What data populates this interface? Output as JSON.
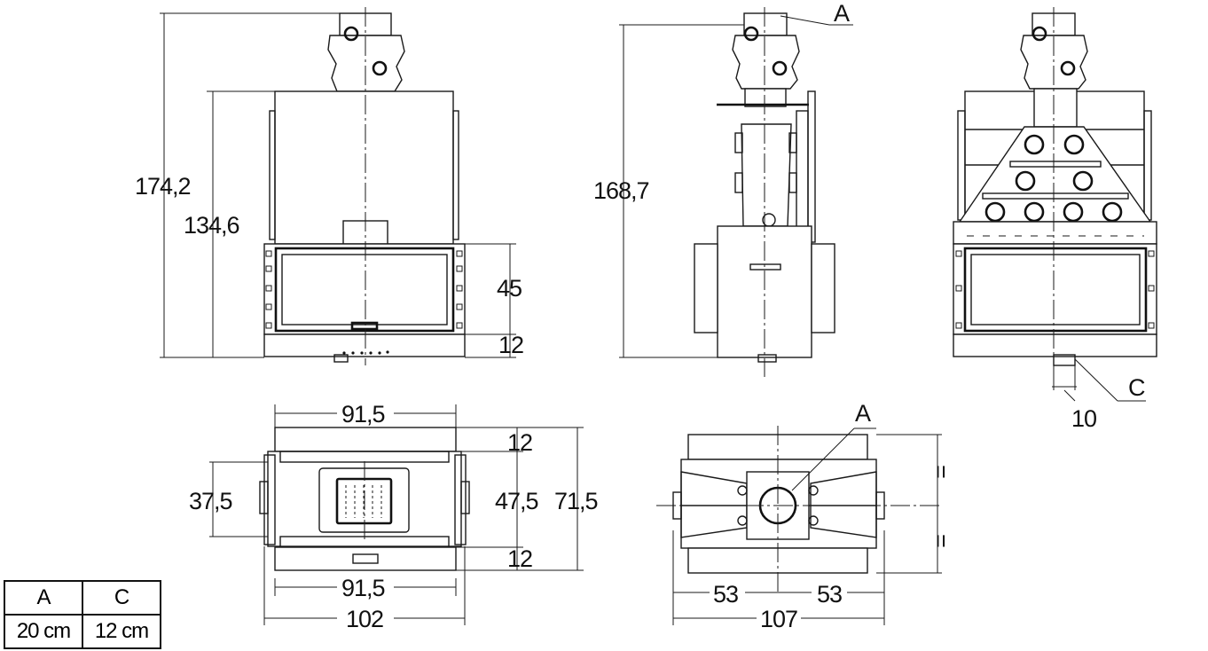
{
  "dimensions": {
    "front_total_height": "174,2",
    "front_body_height": "134,6",
    "front_glass_height": "45",
    "front_base_height": "12",
    "side_total_height": "168,7",
    "rear_bottom_outlet": "10",
    "plan_top_width": "91,5",
    "plan_top_front": "12",
    "plan_left_depth": "37,5",
    "plan_mid_depth": "47,5",
    "plan_total_depth": "71,5",
    "plan_bottom_front": "12",
    "plan_bottom_width": "91,5",
    "plan_total_width": "102",
    "top_half_left": "53",
    "top_half_right": "53",
    "top_total_width": "107",
    "top_equal_upper": "=",
    "top_equal_lower": "="
  },
  "labels": {
    "side_flue": "A",
    "rear_outlet": "C",
    "top_flue": "A"
  },
  "table": {
    "headers": [
      "A",
      "C"
    ],
    "values": [
      "20 cm",
      "12 cm"
    ]
  }
}
